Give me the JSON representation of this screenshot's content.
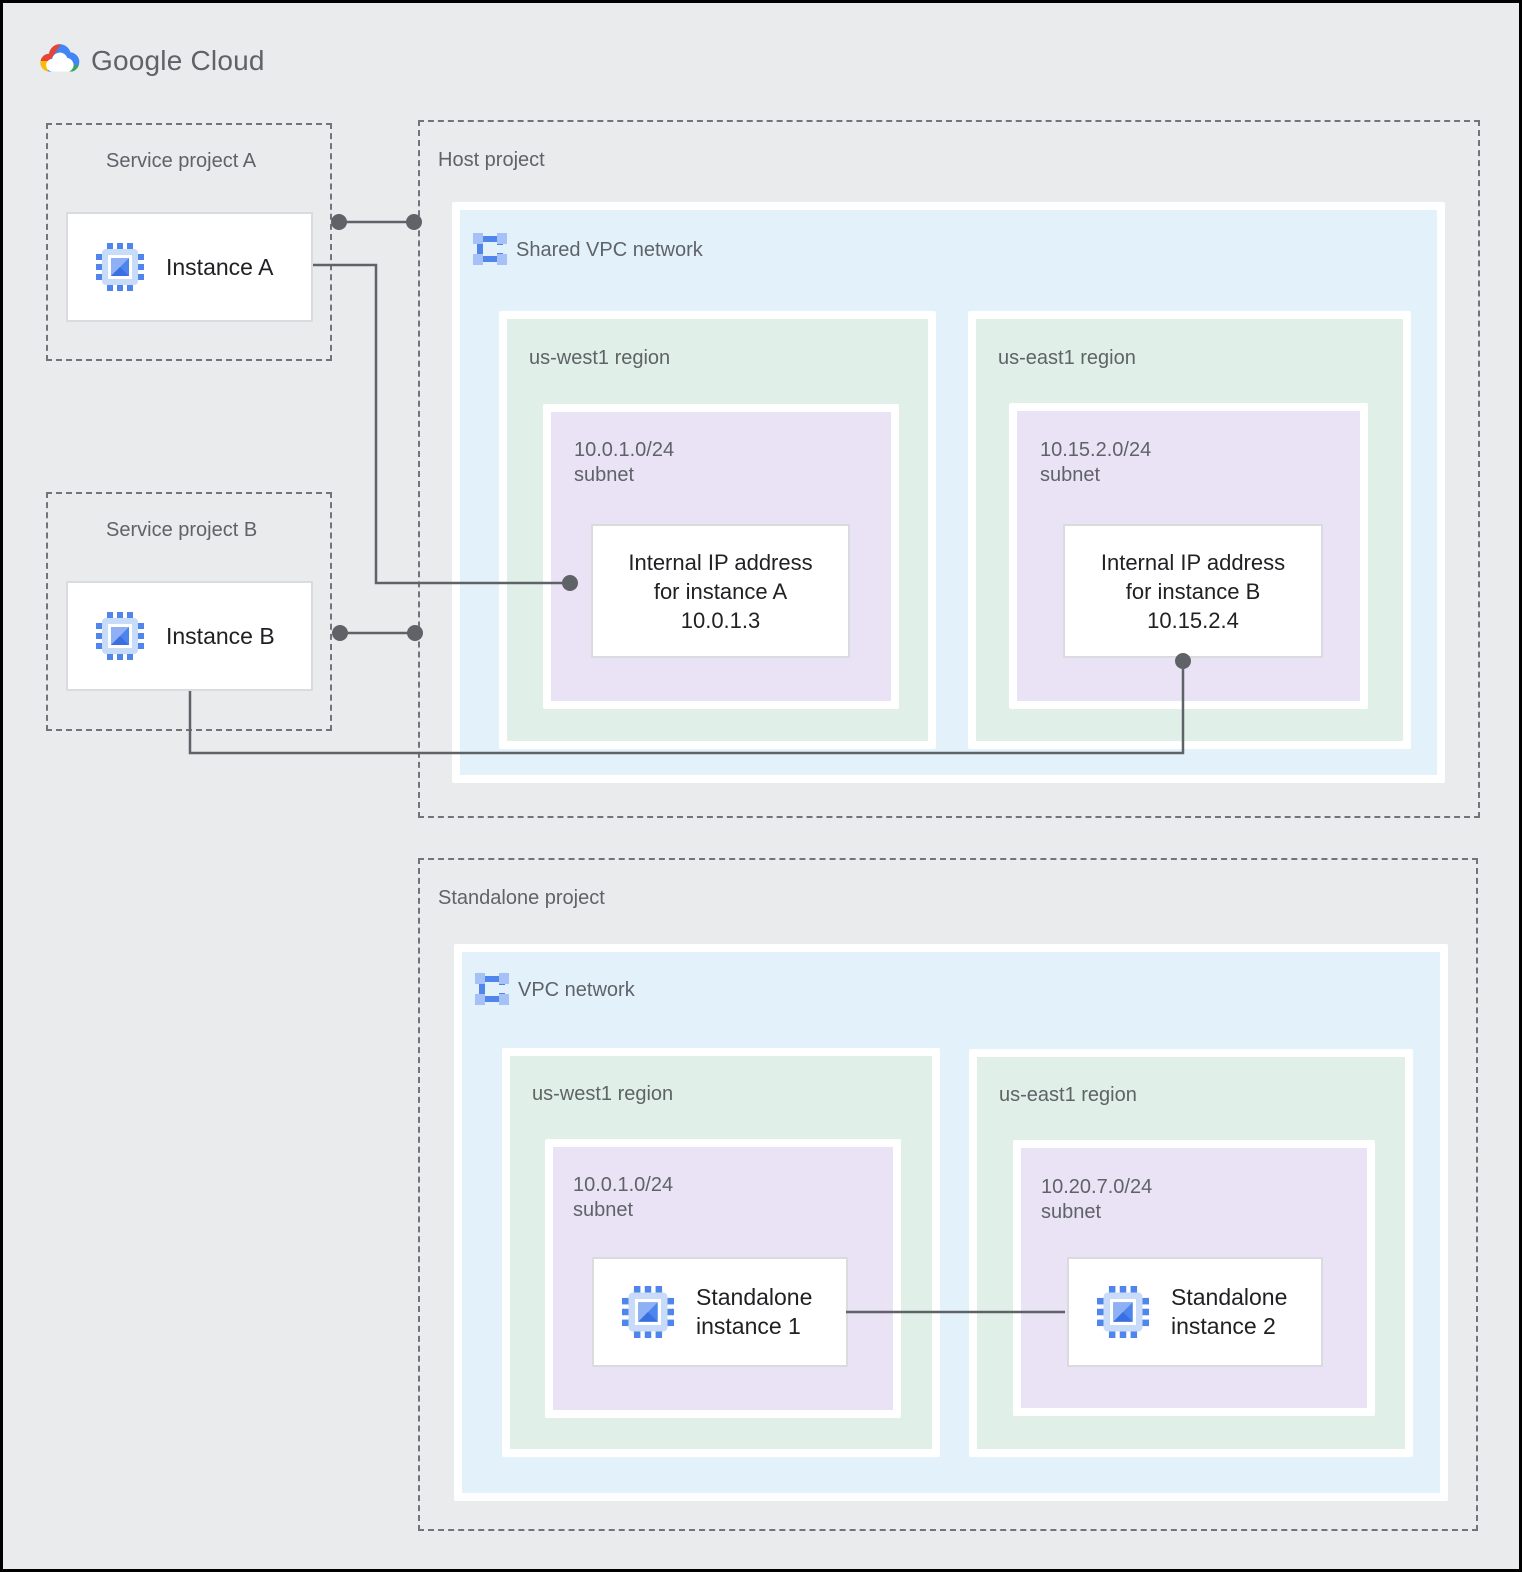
{
  "logo": {
    "brand": "Google",
    "product": "Cloud"
  },
  "palette": {
    "background": "#e9ebed",
    "vpc_blue": "#e3f1fb",
    "region_green": "#e0efe7",
    "subnet_purple": "#eae3f5",
    "connector_gray": "#5f6368",
    "label_gray": "#5f6368",
    "card_text": "#202124",
    "icon_blue": "#5086ec"
  },
  "projects": {
    "service_a": {
      "label": "Service project A",
      "instance_label": "Instance A"
    },
    "service_b": {
      "label": "Service project B",
      "instance_label": "Instance B"
    },
    "host": {
      "label": "Host project",
      "network_label": "Shared VPC network",
      "regions": [
        {
          "label": "us-west1 region",
          "subnet_cidr": "10.0.1.0/24",
          "subnet_word": "subnet",
          "card": [
            "Internal IP address",
            "for instance A",
            "10.0.1.3"
          ]
        },
        {
          "label": "us-east1 region",
          "subnet_cidr": "10.15.2.0/24",
          "subnet_word": "subnet",
          "card": [
            "Internal IP address",
            "for instance B",
            "10.15.2.4"
          ]
        }
      ]
    },
    "standalone": {
      "label": "Standalone project",
      "network_label": "VPC network",
      "regions": [
        {
          "label": "us-west1 region",
          "subnet_cidr": "10.0.1.0/24",
          "subnet_word": "subnet",
          "instance": [
            "Standalone",
            "instance 1"
          ]
        },
        {
          "label": "us-east1 region",
          "subnet_cidr": "10.20.7.0/24",
          "subnet_word": "subnet",
          "instance": [
            "Standalone",
            "instance 2"
          ]
        }
      ]
    }
  }
}
